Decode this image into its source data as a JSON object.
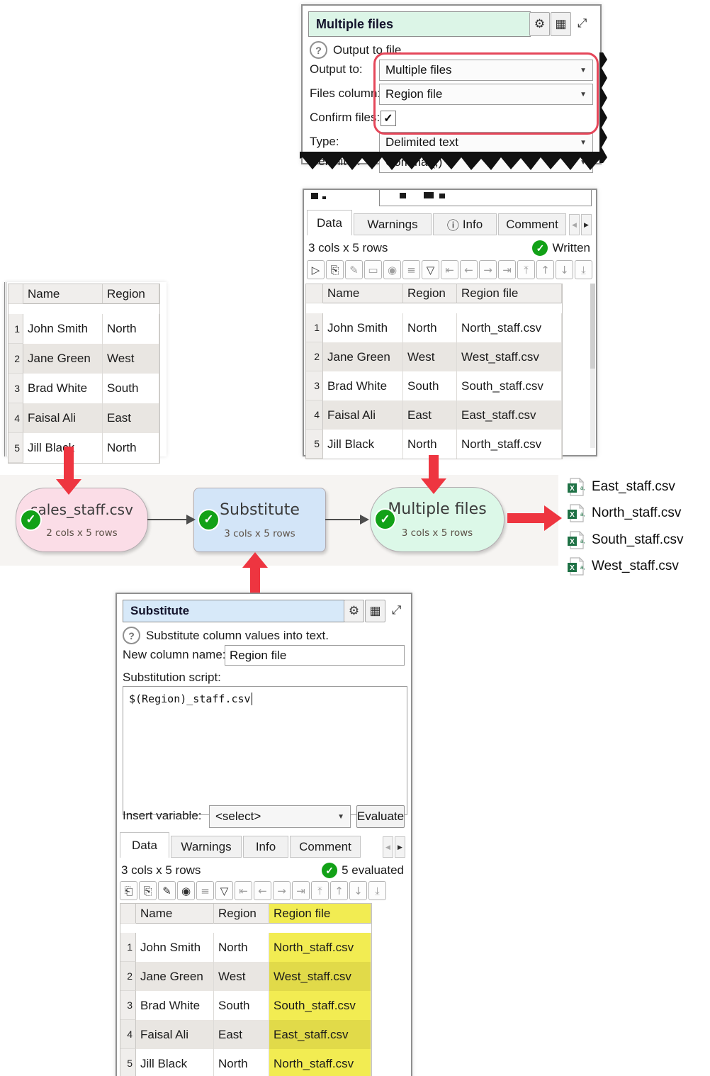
{
  "glyphs": {
    "caret_down": "▼",
    "check": "✓",
    "help": "?",
    "gear": "⚙",
    "grid": "▦",
    "expand": "⤢",
    "tab_prev": "◀",
    "tab_next": "▶",
    "info": "ⓘ"
  },
  "output_panel": {
    "title": "Multiple files",
    "help_text": "Output to file.",
    "rows": {
      "output_to": {
        "label": "Output to:",
        "value": "Multiple files"
      },
      "files_column": {
        "label": "Files column:",
        "value": "Region file"
      },
      "confirm_files": {
        "label": "Confirm files:"
      },
      "type": {
        "label": "Type:",
        "value": "Delimited text"
      },
      "delimiter": {
        "label": "Delimiter:",
        "value": "Comma (,)"
      }
    }
  },
  "source_table": {
    "columns": [
      "Name",
      "Region"
    ],
    "row_numbers": [
      "1",
      "2",
      "3",
      "4",
      "5"
    ],
    "rows": [
      [
        "John Smith",
        "North"
      ],
      [
        "Jane Green",
        "West"
      ],
      [
        "Brad White",
        "South"
      ],
      [
        "Faisal Ali",
        "East"
      ],
      [
        "Jill Black",
        "North"
      ]
    ]
  },
  "preview_panel": {
    "tabs": [
      "Data",
      "Warnings",
      "Info",
      "Comment"
    ],
    "summary": "3 cols x 5 rows",
    "status": "Written",
    "table": {
      "columns": [
        "Name",
        "Region",
        "Region file"
      ],
      "row_numbers": [
        "1",
        "2",
        "3",
        "4",
        "5"
      ],
      "rows": [
        [
          "John Smith",
          "North",
          "North_staff.csv"
        ],
        [
          "Jane Green",
          "West",
          "West_staff.csv"
        ],
        [
          "Brad White",
          "South",
          "South_staff.csv"
        ],
        [
          "Faisal Ali",
          "East",
          "East_staff.csv"
        ],
        [
          "Jill Black",
          "North",
          "North_staff.csv"
        ]
      ]
    }
  },
  "flow": {
    "nodes": {
      "source": {
        "title": "sales_staff.csv",
        "subtitle": "2 cols x 5 rows"
      },
      "transform": {
        "title": "Substitute",
        "subtitle": "3 cols x 5 rows"
      },
      "output": {
        "title": "Multiple files",
        "subtitle": "3 cols x 5 rows"
      }
    },
    "output_files": [
      "East_staff.csv",
      "North_staff.csv",
      "South_staff.csv",
      "West_staff.csv"
    ]
  },
  "substitute_panel": {
    "title": "Substitute",
    "help_text": "Substitute column values into text.",
    "new_column_label": "New column name:",
    "new_column_value": "Region file",
    "script_label": "Substitution script:",
    "script_value": "$(Region)_staff.csv",
    "insert_variable_label": "Insert variable:",
    "insert_variable_value": "<select>",
    "evaluate_label": "Evaluate",
    "tabs": [
      "Data",
      "Warnings",
      "Info",
      "Comment"
    ],
    "summary": "3 cols x 5 rows",
    "status": "5 evaluated",
    "table": {
      "columns": [
        "Name",
        "Region",
        "Region file"
      ],
      "row_numbers": [
        "1",
        "2",
        "3",
        "4",
        "5"
      ],
      "rows": [
        [
          "John Smith",
          "North",
          "North_staff.csv"
        ],
        [
          "Jane Green",
          "West",
          "West_staff.csv"
        ],
        [
          "Brad White",
          "South",
          "South_staff.csv"
        ],
        [
          "Faisal Ali",
          "East",
          "East_staff.csv"
        ],
        [
          "Jill Black",
          "North",
          "North_staff.csv"
        ]
      ]
    }
  },
  "preview_toolbar": [
    {
      "name": "run-icon",
      "glyph": "▷"
    },
    {
      "name": "paste-icon",
      "glyph": "⎘"
    },
    {
      "name": "edit-icon",
      "glyph": "✎"
    },
    {
      "name": "open-folder-icon",
      "glyph": "▭"
    },
    {
      "name": "view-icon",
      "glyph": "◉"
    },
    {
      "name": "sort-icon",
      "glyph": "≡"
    },
    {
      "name": "filter-icon",
      "glyph": "▽"
    },
    {
      "name": "move-first-icon",
      "glyph": "⇤"
    },
    {
      "name": "move-left-icon",
      "glyph": "←"
    },
    {
      "name": "move-right-icon",
      "glyph": "→"
    },
    {
      "name": "move-last-icon",
      "glyph": "⇥"
    },
    {
      "name": "move-top-icon",
      "glyph": "⤒"
    },
    {
      "name": "move-up-icon",
      "glyph": "↑"
    },
    {
      "name": "move-down-icon",
      "glyph": "↓"
    },
    {
      "name": "move-bottom-icon",
      "glyph": "⤓"
    }
  ],
  "script_toolbar": [
    {
      "name": "new-file-icon",
      "glyph": "⎗"
    },
    {
      "name": "paste-icon",
      "glyph": "⎘"
    },
    {
      "name": "edit-icon",
      "glyph": "✎"
    },
    {
      "name": "view-icon",
      "glyph": "◉"
    },
    {
      "name": "sort-icon",
      "glyph": "≡"
    },
    {
      "name": "filter-icon",
      "glyph": "▽"
    },
    {
      "name": "move-first-icon",
      "glyph": "⇤"
    },
    {
      "name": "move-left-icon",
      "glyph": "←"
    },
    {
      "name": "move-right-icon",
      "glyph": "→"
    },
    {
      "name": "move-last-icon",
      "glyph": "⇥"
    },
    {
      "name": "move-top-icon",
      "glyph": "⤒"
    },
    {
      "name": "move-up-icon",
      "glyph": "↑"
    },
    {
      "name": "move-down-icon",
      "glyph": "↓"
    },
    {
      "name": "move-bottom-icon",
      "glyph": "⤓"
    }
  ]
}
